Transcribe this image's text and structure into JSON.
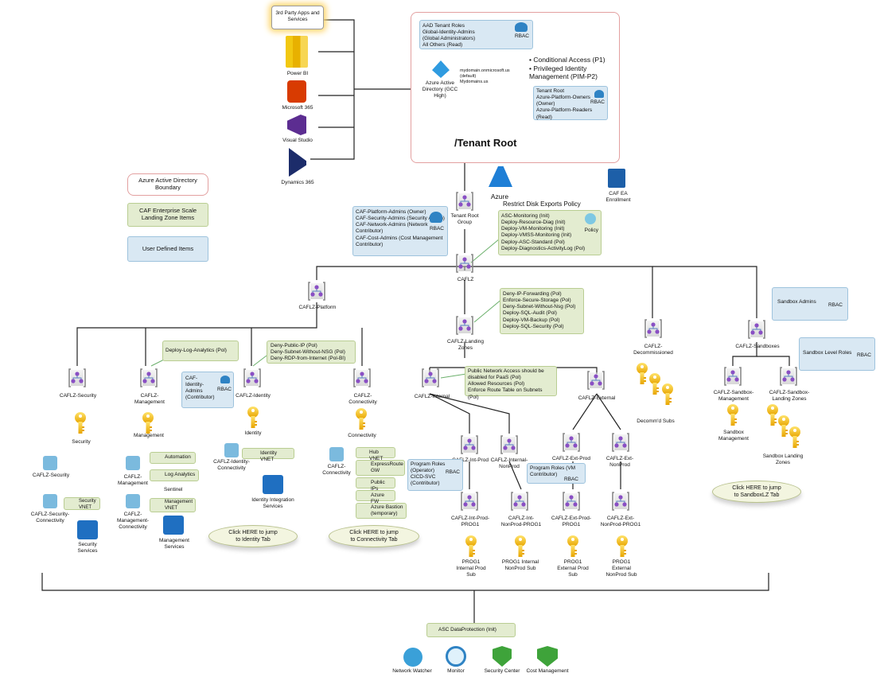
{
  "legend": {
    "aad_boundary": "Azure Active Directory Boundary",
    "caf_items": "CAF Enterprise Scale Landing Zone Items",
    "user_items": "User Defined Items"
  },
  "top_apps": {
    "third_party": "3rd Party Apps and Services",
    "power_bi": "Power BI",
    "m365": "Microsoft 365",
    "vs": "Visual Studio",
    "d365": "Dynamics 365"
  },
  "aad": {
    "roles": [
      "AAD Tenant Roles",
      "Global-Identity-Admins",
      "(Global Administrators)",
      "All Others (Read)"
    ],
    "rbac": "RBAC",
    "aad_label": "Azure Active Directory (GCC High)",
    "domains": [
      "mydomain.onmicrosoft.us",
      "(default)",
      "Mydomains.us"
    ],
    "bullets": [
      "Conditional Access (P1)",
      "Privileged Identity Management (PIM-P2)"
    ],
    "tenant_root_roles": [
      "Tenant Root",
      "Azure-Platform-Owners",
      "(Owner)",
      "Azure-Platform-Readers",
      "(Read)"
    ],
    "tenant_root": "/Tenant Root"
  },
  "azure": {
    "label": "Azure",
    "ea": "CAF EA Enrollment"
  },
  "trg": {
    "label": "Tenant Root Group",
    "policy_title": "Restrict Disk Exports Policy",
    "policies": [
      "ASC-Monitoring (Init)",
      "Deploy-Resource-Diag (Init)",
      "Deploy-VM-Monitoring (Init)",
      "Deploy-VMSS-Monitoring (Init)",
      "Deploy-ASC-Standard (Pol)",
      "Deploy-Diagnostics-ActivityLog (Pol)"
    ],
    "policy_label": "Policy",
    "rbac_roles": [
      "CAF-Platform-Admins (Owner)",
      "CAF-Security-Admins (Security Admin)",
      "CAF-Network-Admins (Network Contributor)",
      "CAF-Cost-Admins (Cost Management Contributor)"
    ],
    "rbac": "RBAC"
  },
  "cafl": {
    "label": "CAFLZ"
  },
  "platform": {
    "label": "CAFLZ-Platform",
    "log_policy": "Deploy-Log-Analytics (Pol)",
    "id_policies": [
      "Deny-Public-IP (Pol)",
      "Deny-Subnet-Without-NSG (Pol)",
      "Deny-RDP-from-Internet (Pol-BI)"
    ],
    "id_admins": [
      "CAF-Identity-Admins (Contributor)"
    ],
    "rbac": "RBAC"
  },
  "lz": {
    "label": "CAFLZ-Landing Zones",
    "policies": [
      "Deny-IP-Forwarding (Pol)",
      "Enforce-Secure-Storage (Pol)",
      "Deny-Subnet-Without-Nsg (Pol)",
      "Deploy-SQL-Audit (Pol)",
      "Deploy-VM-Backup (Pol)",
      "Deploy-SQL-Security (Pol)"
    ],
    "internal_policies": [
      "Public Network Access should be disabled for PaaS (Pol)",
      "Allowed Resources (Pol)",
      "Enforce Route Table on Subnets (Pol)"
    ],
    "program_roles": [
      "Program Roles",
      "(Operator)",
      "CICD-SVC",
      "(Contributor)"
    ],
    "program_roles2": [
      "Program Roles (VM",
      "Contributor)"
    ],
    "rbac": "RBAC"
  },
  "mgs": {
    "security": "CAFLZ-Security",
    "management": "CAFLZ-Management",
    "identity": "CAFLZ-Identity",
    "connectivity": "CAFLZ-Connectivity",
    "internal": "CAFLZ-Internal",
    "external": "CAFLZ-External",
    "decom": "CAFLZ-Decommissioned",
    "sandboxes": "CAFLZ-Sandboxes",
    "int_prod": "CAFLZ-Int-Prod",
    "int_nonprod": "CAFLZ-Internal-NonProd",
    "ext_prod": "CAFLZ-Ext-Prod",
    "ext_nonprod": "CAFLZ-Ext-NonProd",
    "int_prod_prog": "CAFLZ-Int-Prod-PROG1",
    "int_nonprod_prog": "CAFLZ-Int-NonProd-PROG1",
    "ext_prod_prog": "CAFLZ-Ext-Prod-PROG1",
    "ext_nonprod_prog": "CAFLZ-Ext-NonProd-PROG1",
    "sb_mgmt": "CAFLZ-Sandbox-Management",
    "sb_lz": "CAFLZ-Sandbox-Landing Zones"
  },
  "subs": {
    "security": "Security",
    "management": "Management",
    "identity": "Identity",
    "connectivity": "Connectivity",
    "decom": "Decomm'd Subs",
    "sb_mgmt": "Sandbox Management",
    "sb_lz": "Sandbox Landing Zones",
    "int_prod": "PROG1 Internal Prod Sub",
    "int_nonprod": "PROG1 Internal NonProd Sub",
    "ext_prod": "PROG1 External Prod Sub",
    "ext_nonprod": "PROG1 External NonProd Sub"
  },
  "resources": {
    "sec_rg": "CAFLZ-Security",
    "sec_conn": "CAFLZ-Security-Connectivity",
    "sec_vnet": "Security VNET",
    "sec_services": "Security Services",
    "mgmt_rg": "CAFLZ-Management",
    "mgmt_conn": "CAFLZ-Management-Connectivity",
    "automation": "Automation",
    "log_analytics": "Log Analytics",
    "sentinel": "Sentinel",
    "mgmt_vnet": "Management VNET",
    "mgmt_services": "Management Services",
    "id_conn": "CAFLZ-Identity-Connectivity",
    "id_vnet": "Identity VNET",
    "id_services": "Identity Integration Services",
    "conn_rg": "CAFLZ-Connectivity",
    "hub_vnet": "Hub VNET",
    "er_gw": "ExpressRoute GW",
    "public_ips": "Public IPs",
    "azure_fw": "Azure FW",
    "bastion": "Azure Bastion (temporary)"
  },
  "sandbox": {
    "admins": "Sandbox Admins",
    "level_roles": "Sandbox Level Roles",
    "rbac": "RBAC"
  },
  "links": {
    "identity": [
      "Click HERE to jump",
      "to Identity Tab"
    ],
    "connectivity": [
      "Click HERE to jump",
      "to Connectivity Tab"
    ],
    "sandbox": [
      "Click HERE to jump",
      "to SandboxLZ Tab"
    ]
  },
  "bottom": {
    "asc": "ASC DataProtection (Init)",
    "network_watcher": "Network Watcher",
    "monitor": "Monitor",
    "security_center": "Security Center",
    "cost": "Cost Management"
  }
}
